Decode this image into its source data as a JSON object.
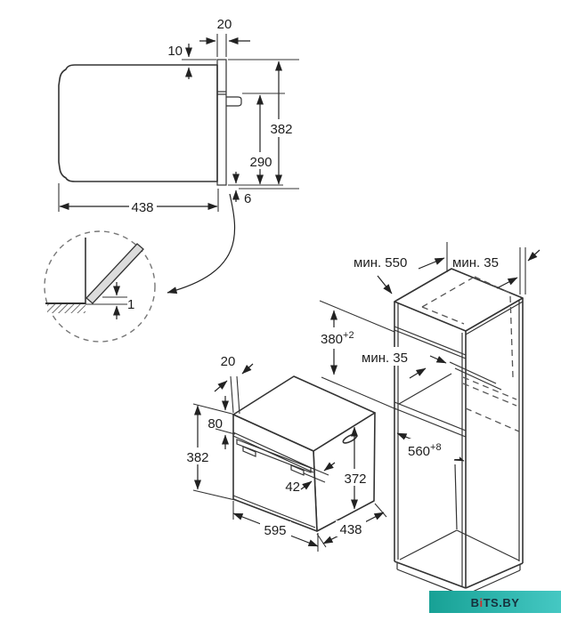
{
  "side_view": {
    "door_thickness": "20",
    "top_protrusion": "10",
    "total_height": "382",
    "handle_to_bottom": "290",
    "bottom_gap": "6",
    "body_depth": "438"
  },
  "door_detail": {
    "floor_clearance": "1"
  },
  "oven_3d": {
    "door_thickness": "20",
    "panel_height": "80",
    "total_height": "382",
    "handle_gap": "42",
    "body_height": "372",
    "width": "595",
    "depth": "438"
  },
  "niche": {
    "min_depth": "мин. 550",
    "rear_clearance": "мин. 35",
    "niche_height": "380",
    "niche_height_tolerance": "+2",
    "shelf_rear_gap": "мин. 35",
    "niche_width": "560",
    "niche_width_tolerance": "+8"
  },
  "watermark": {
    "part1": "B",
    "part2": "i",
    "part3": "TS.BY"
  },
  "colors": {
    "line": "#333333",
    "teal_left": "#17a195",
    "teal_right": "#45c8c3",
    "brand_dark": "#16303c",
    "brand_red": "#d32f2c"
  }
}
